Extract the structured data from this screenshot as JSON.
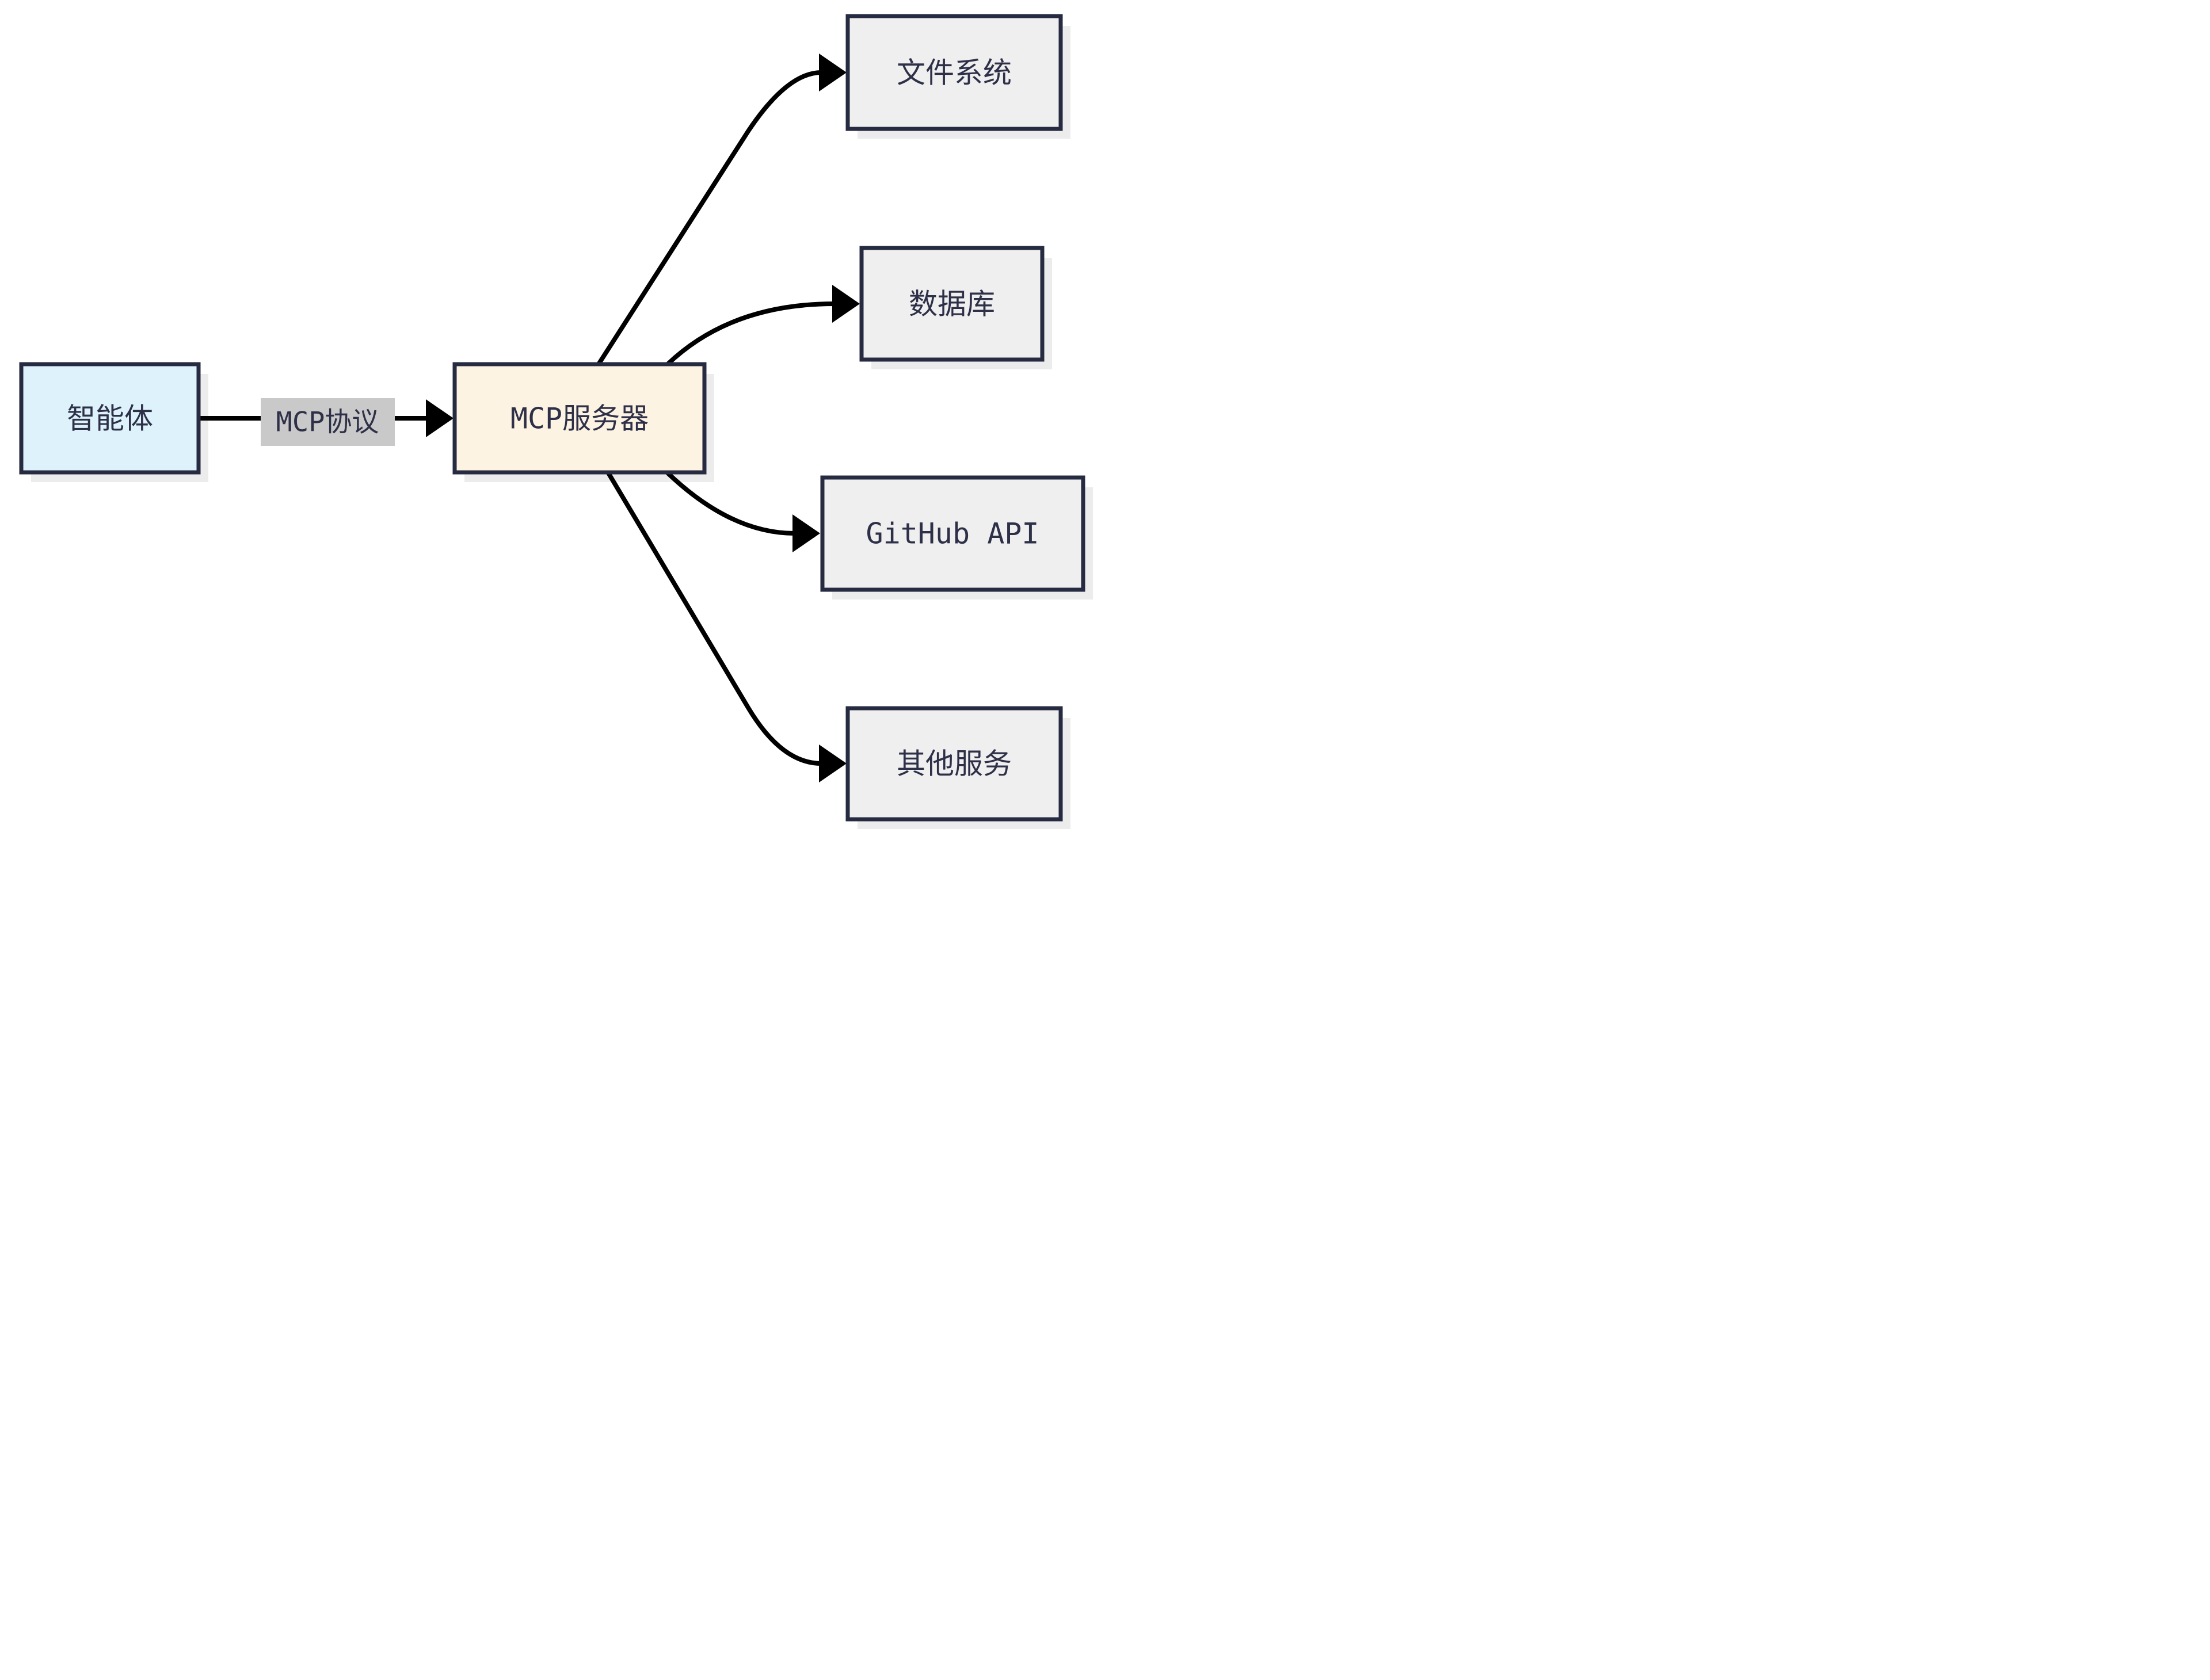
{
  "canvas": {
    "background": "#ffffff"
  },
  "colors": {
    "border": "#272b42",
    "text": "#2e3048",
    "arrow": "#000000",
    "shadow": "#ececec",
    "agent_fill": "#def2fb",
    "server_fill": "#fdf3e3",
    "service_fill": "#efefef",
    "edge_label_bg": "#c9c9c9"
  },
  "nodes": {
    "agent": {
      "label": "智能体"
    },
    "mcp_server": {
      "label": "MCP服务器"
    },
    "file_system": {
      "label": "文件系统"
    },
    "database": {
      "label": "数据库"
    },
    "github_api": {
      "label": "GitHub API"
    },
    "other_services": {
      "label": "其他服务"
    }
  },
  "edges": {
    "agent_to_mcp_server": {
      "label": "MCP协议"
    },
    "mcp_server_to_file_system": {
      "label": ""
    },
    "mcp_server_to_database": {
      "label": ""
    },
    "mcp_server_to_github_api": {
      "label": ""
    },
    "mcp_server_to_other_services": {
      "label": ""
    }
  }
}
